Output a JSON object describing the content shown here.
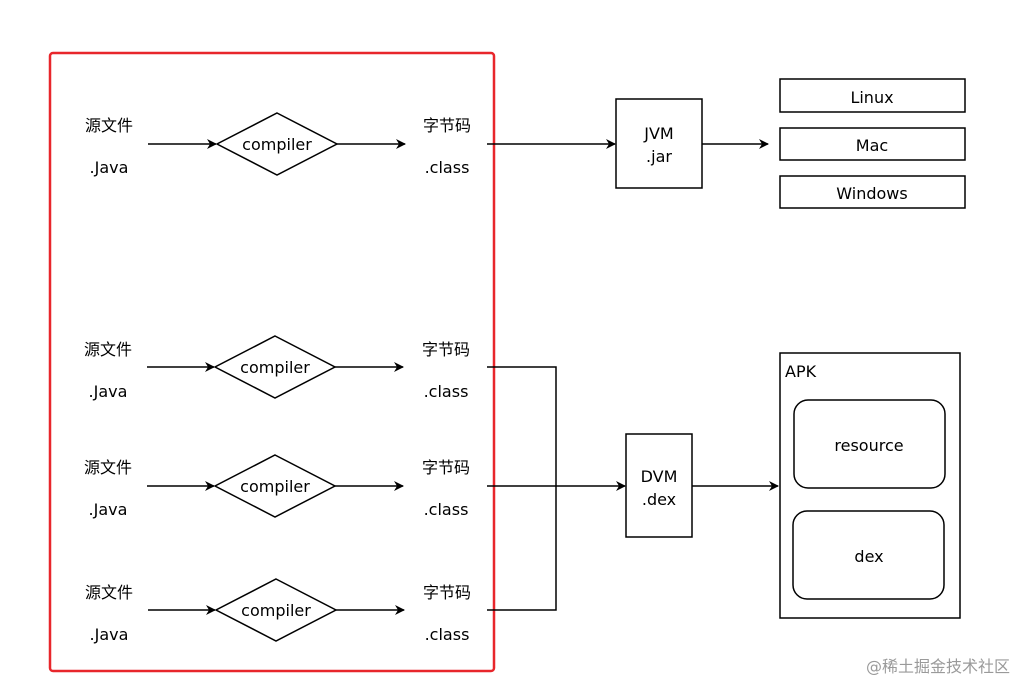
{
  "pipelines": [
    {
      "source_label": "源文件",
      "source_ext": ".Java",
      "compiler_label": "compiler",
      "bytecode_label": "字节码",
      "bytecode_ext": ".class"
    },
    {
      "source_label": "源文件",
      "source_ext": ".Java",
      "compiler_label": "compiler",
      "bytecode_label": "字节码",
      "bytecode_ext": ".class"
    },
    {
      "source_label": "源文件",
      "source_ext": ".Java",
      "compiler_label": "compiler",
      "bytecode_label": "字节码",
      "bytecode_ext": ".class"
    },
    {
      "source_label": "源文件",
      "source_ext": ".Java",
      "compiler_label": "compiler",
      "bytecode_label": "字节码",
      "bytecode_ext": ".class"
    }
  ],
  "jvm": {
    "line1": "JVM",
    "line2": ".jar"
  },
  "platforms": [
    "Linux",
    "Mac",
    "Windows"
  ],
  "dvm": {
    "line1": "DVM",
    "line2": ".dex"
  },
  "apk": {
    "title": "APK",
    "items": [
      "resource",
      "dex"
    ]
  },
  "watermark": "@稀土掘金技术社区",
  "colors": {
    "highlight_border": "#e8262b",
    "stroke": "#000000",
    "background": "#ffffff"
  }
}
